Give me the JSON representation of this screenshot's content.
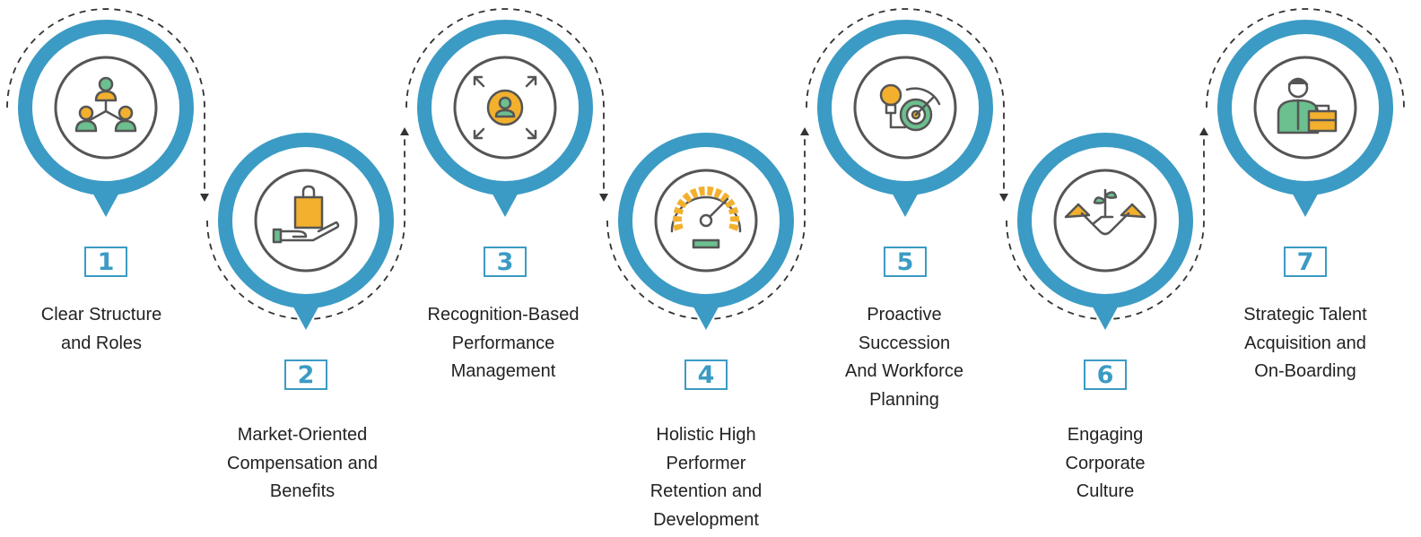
{
  "colors": {
    "ring": "#3b9bc4",
    "icon_outline": "#555555",
    "accent_orange": "#f2b02e",
    "accent_green": "#6cbf8e",
    "connector": "#333333"
  },
  "steps": [
    {
      "number": "1",
      "label_lines": [
        "Clear Structure",
        "and Roles"
      ],
      "icon": "org-chart-icon"
    },
    {
      "number": "2",
      "label_lines": [
        "Market-Oriented",
        "Compensation and",
        "Benefits"
      ],
      "icon": "hand-holding-bag-icon"
    },
    {
      "number": "3",
      "label_lines": [
        "Recognition-Based",
        "Performance",
        "Management"
      ],
      "icon": "expand-person-icon"
    },
    {
      "number": "4",
      "label_lines": [
        "Holistic High",
        "Performer",
        "Retention and",
        "Development"
      ],
      "icon": "speedometer-icon"
    },
    {
      "number": "5",
      "label_lines": [
        "Proactive",
        "Succession",
        "And Workforce",
        "Planning"
      ],
      "icon": "idea-target-icon"
    },
    {
      "number": "6",
      "label_lines": [
        "Engaging",
        "Corporate",
        "Culture"
      ],
      "icon": "handshake-plant-icon"
    },
    {
      "number": "7",
      "label_lines": [
        "Strategic Talent",
        "Acquisition and",
        "On-Boarding"
      ],
      "icon": "businessman-briefcase-icon"
    }
  ]
}
